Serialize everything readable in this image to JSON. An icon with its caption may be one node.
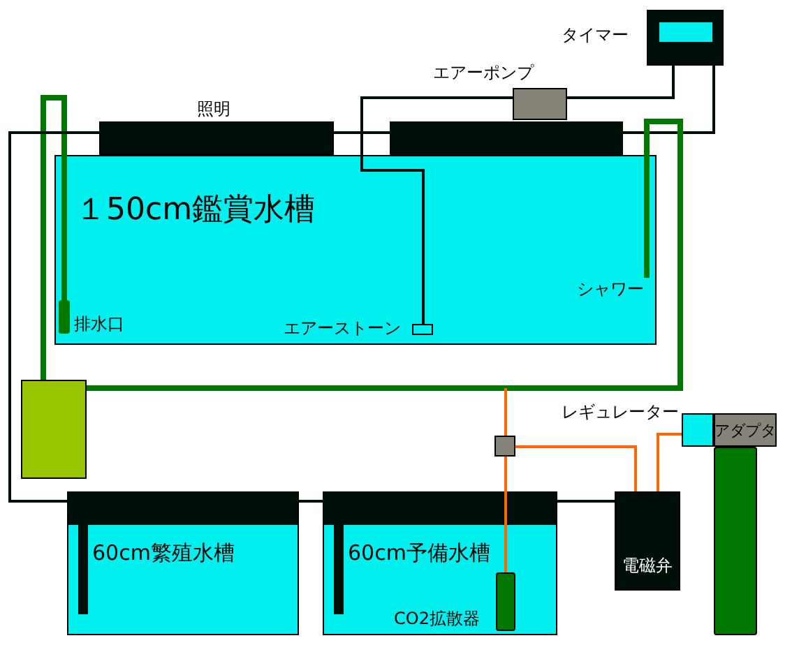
{
  "diagram": {
    "nodes": [
      {
        "text": [
          "タイマー"
        ]
      },
      {
        "text": [
          "エアーポンプ"
        ]
      },
      {
        "text": [
          "照明"
        ]
      },
      {
        "text": [],
        "shape": "box"
      },
      {
        "text": [
          "１50cm鑑賞水槽"
        ]
      },
      {
        "text": [],
        "shape": "bar",
        "beside": [
          "排水口"
        ],
        "in": 4
      },
      {
        "text": [
          "シャワー"
        ],
        "in": 4
      },
      {
        "text": [],
        "shape": "box",
        "beside": [
          "エアーストーン"
        ],
        "in": 4
      },
      {
        "text": [],
        "shape": "box"
      },
      {
        "text": [],
        "shape": "box"
      },
      {
        "text": [
          "レギュレーター"
        ]
      },
      {
        "text": [
          "アダプタ"
        ]
      },
      {
        "text": [
          "60cm繁殖水槽"
        ]
      },
      {
        "text": [
          "60cm予備水槽"
        ]
      },
      {
        "text": [],
        "shape": "bar",
        "beside": [
          "CO2拡散器"
        ],
        "in": 13
      },
      {
        "text": [
          "電磁弁"
        ]
      },
      {
        "text": [],
        "shape": "bar"
      }
    ],
    "edges": [
      {
        "from": 0,
        "to": 1,
        "arrow": "none"
      },
      {
        "from": 0,
        "to": 3,
        "arrow": "none"
      },
      {
        "from": 2,
        "to": 3,
        "arrow": "none"
      },
      {
        "from": 1,
        "to": 7,
        "arrow": "none"
      },
      {
        "from": 8,
        "to": 5,
        "arrow": "none",
        "style": "thick",
        "color": "#007800"
      },
      {
        "from": 8,
        "to": 6,
        "arrow": "none",
        "style": "thick",
        "color": "#007800"
      },
      {
        "from": 2,
        "to": 12,
        "arrow": "none"
      },
      {
        "from": 12,
        "to": 13,
        "arrow": "none"
      },
      {
        "from": 13,
        "to": 15,
        "arrow": "none"
      },
      {
        "from": null,
        "to": 9,
        "arrow": "none",
        "color": "#ff6600"
      },
      {
        "from": 9,
        "to": 14,
        "arrow": "none",
        "color": "#ff6600"
      },
      {
        "from": 9,
        "to": 15,
        "arrow": "none",
        "color": "#ff6600"
      },
      {
        "from": 15,
        "to": 10,
        "arrow": "none",
        "color": "#ff6600"
      }
    ]
  }
}
